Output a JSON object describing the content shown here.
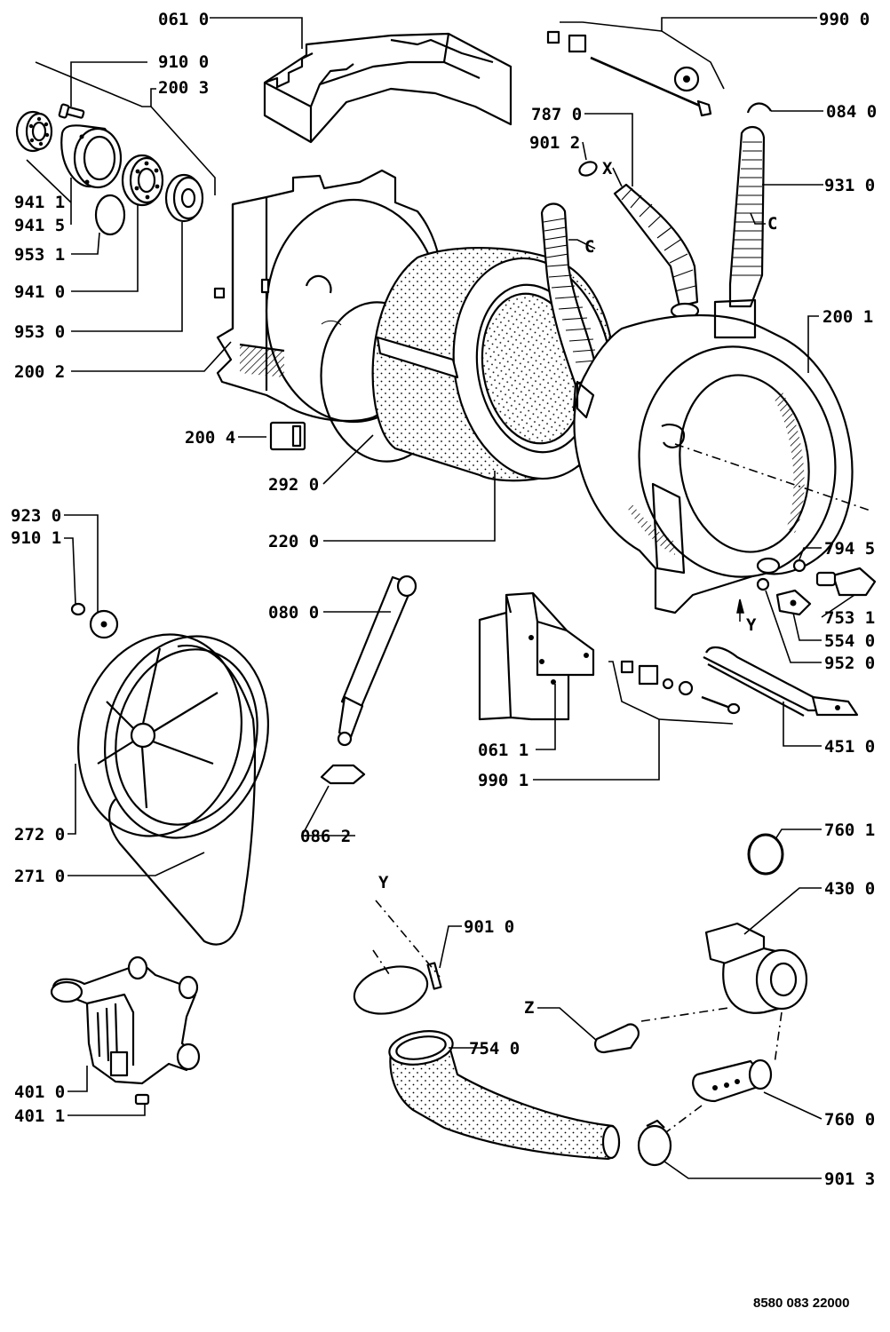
{
  "labels": {
    "p0610": "061 0",
    "p9100": "910 0",
    "p2003": "200 3",
    "p9411": "941 1",
    "p9415": "941 5",
    "p9531": "953 1",
    "p9410": "941 0",
    "p9530": "953 0",
    "p2002": "200 2",
    "p2004": "200 4",
    "p2920": "292 0",
    "p2200": "220 0",
    "p9230": "923 0",
    "p9101": "910 1",
    "p0800": "080 0",
    "p0862": "086 2",
    "p2720": "272 0",
    "p2710": "271 0",
    "p4010": "401 0",
    "p4011": "401 1",
    "p9900": "990 0",
    "p7870": "787 0",
    "p9012": "901 2",
    "p0840": "084 0",
    "p9310": "931 0",
    "p2001": "200 1",
    "p7945": "794 5",
    "p7531": "753 1",
    "p5540": "554 0",
    "p9520": "952 0",
    "p0611": "061 1",
    "p9901": "990 1",
    "p4510": "451 0",
    "p7601": "760 1",
    "p4300": "430 0",
    "p9010": "901 0",
    "p7540": "754 0",
    "p7600": "760 0",
    "p9013": "901 3"
  },
  "markers": {
    "x": "X",
    "c_left": "C",
    "c_right": "C",
    "y_tub": "Y",
    "y_bottom": "Y",
    "z": "Z"
  },
  "document_number": "8580 083 22000"
}
